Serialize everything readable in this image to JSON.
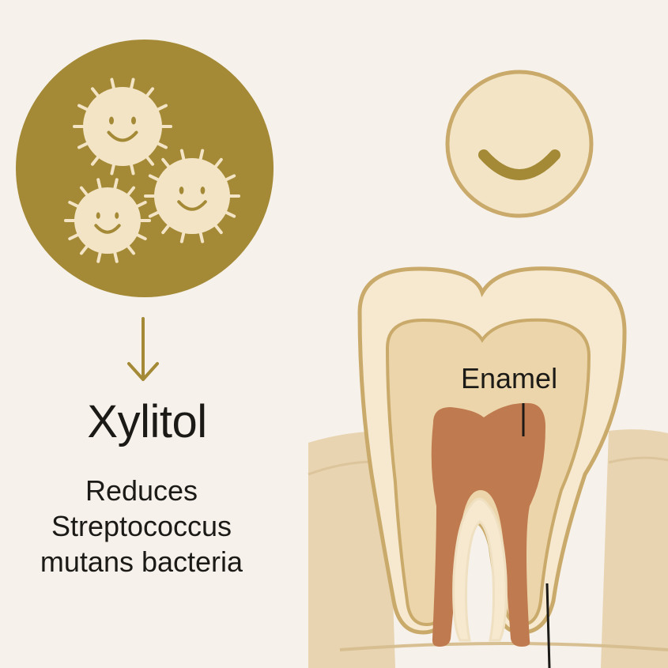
{
  "heading": "Xylitol",
  "description": [
    "Reduces",
    "Streptococcus",
    "mutans bacteria"
  ],
  "labels": {
    "enamel": "Enamel"
  },
  "icons": {
    "bacteria_group": "smiling-bacteria-icon",
    "arrow": "arrow-down-icon",
    "smile": "smile-face-icon",
    "tooth": "tooth-cross-section"
  },
  "colors": {
    "background": "#f6f1ea",
    "gold": "#a48a36",
    "cream": "#f3e4c6",
    "outline": "#c9aa6a",
    "pulp": "#bf7a4f",
    "gum": "#e8d4b0",
    "text": "#1c1a17"
  }
}
